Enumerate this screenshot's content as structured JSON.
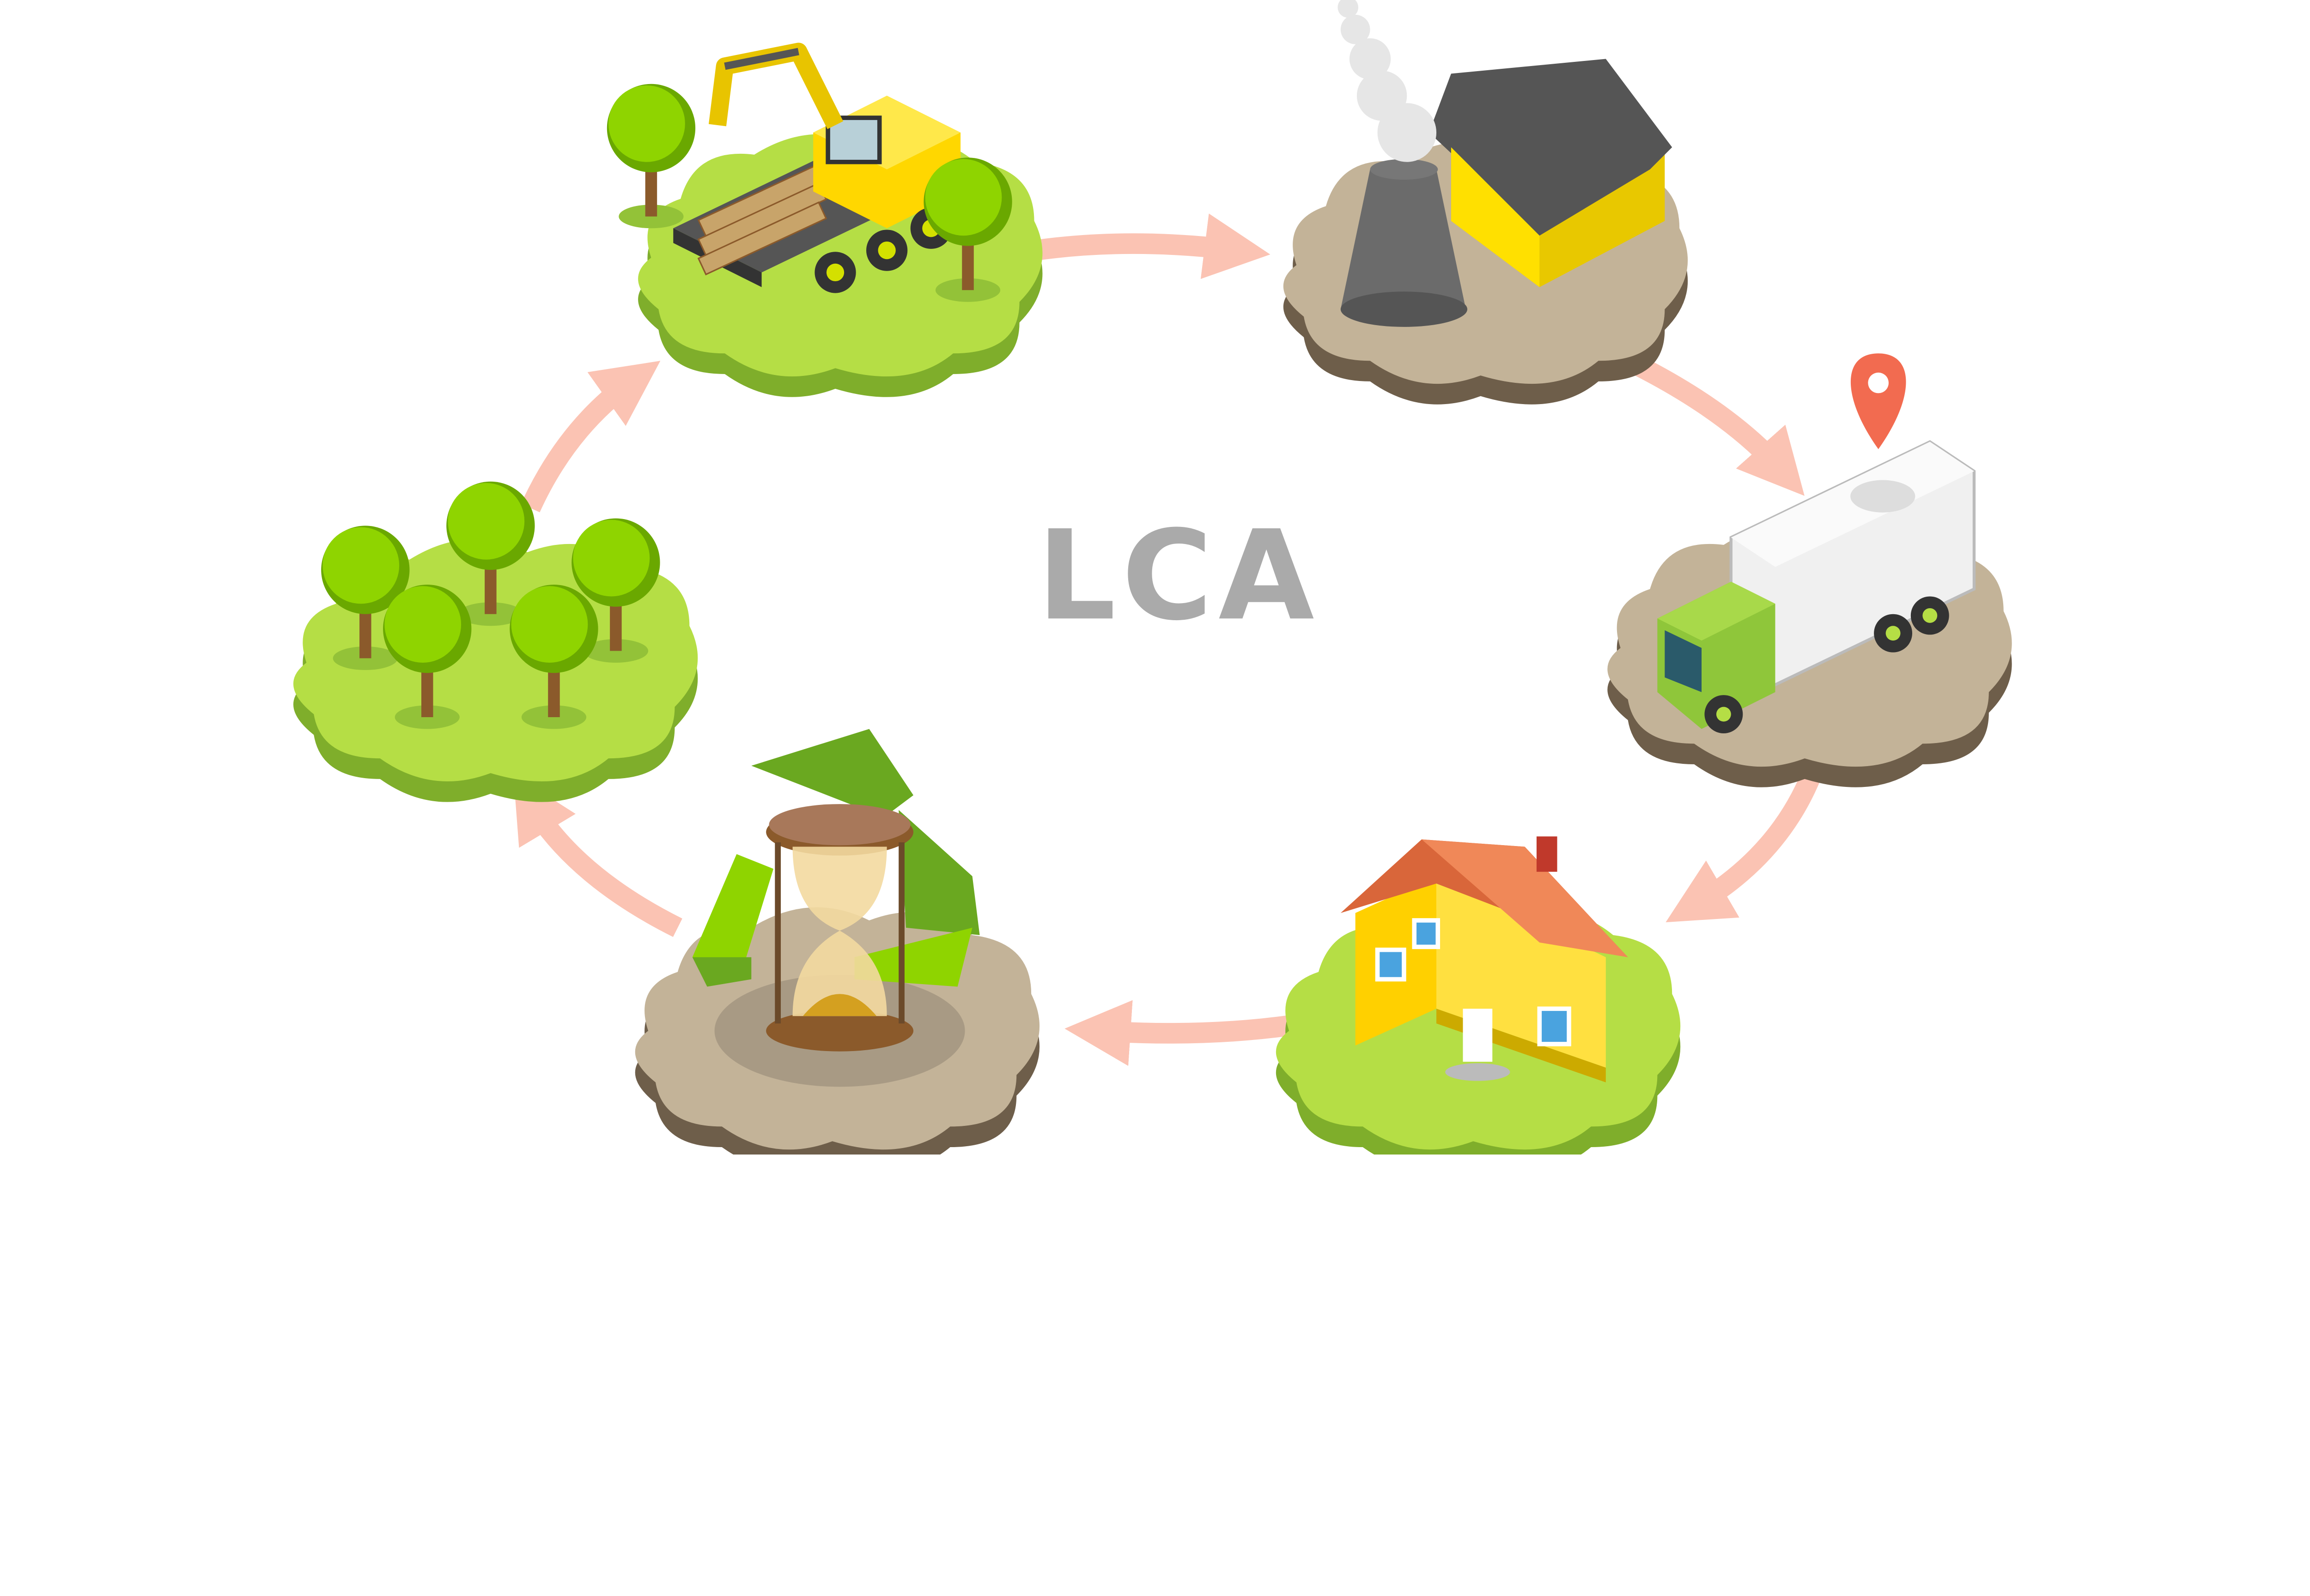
{
  "diagram": {
    "title": "LCA",
    "stages": [
      {
        "name": "raw-material-extraction",
        "icon": "excavator-logs-icon"
      },
      {
        "name": "manufacturing",
        "icon": "factory-icon"
      },
      {
        "name": "transportation",
        "icon": "truck-location-icon"
      },
      {
        "name": "use",
        "icon": "house-icon"
      },
      {
        "name": "end-of-life-recycling",
        "icon": "hourglass-recycle-icon"
      },
      {
        "name": "regrowth",
        "icon": "forest-icon"
      }
    ]
  },
  "colors": {
    "grass": "#b5de45",
    "grass_side": "#7fae2b",
    "soil": "#c3b398",
    "soil_side": "#6e5e4a",
    "arrow": "#fbc3b3",
    "title": "#aaaaaa",
    "tree": "#8fd400",
    "trunk": "#8b5a2b"
  }
}
